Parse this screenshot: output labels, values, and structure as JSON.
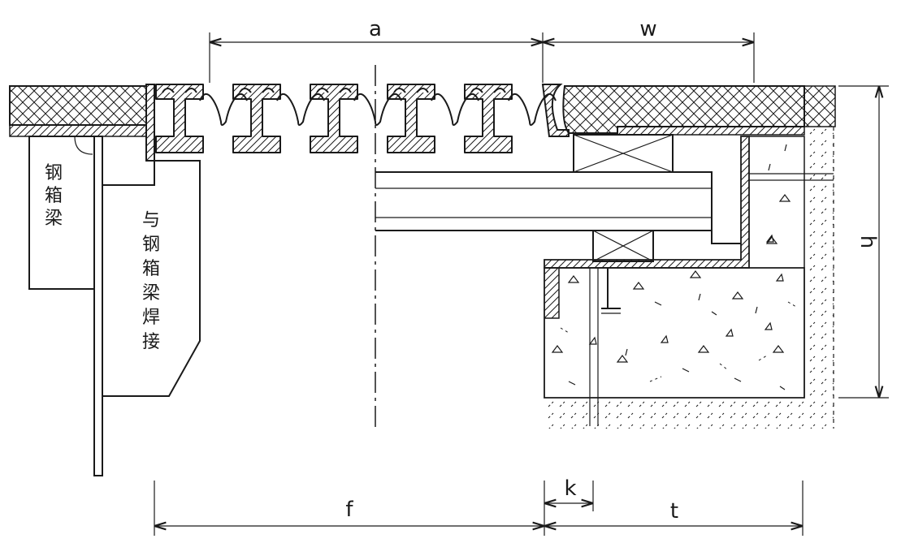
{
  "dimensions": {
    "a": "a",
    "w": "w",
    "h": "h",
    "f": "f",
    "k": "k",
    "t": "t"
  },
  "labels": {
    "steel_box_girder": [
      "钢",
      "箱",
      "梁"
    ],
    "welded_to_box_girder": [
      "与",
      "钢",
      "箱",
      "梁",
      "焊",
      "接"
    ]
  },
  "colors": {
    "line": "#1a1a1a",
    "background": "#ffffff"
  }
}
